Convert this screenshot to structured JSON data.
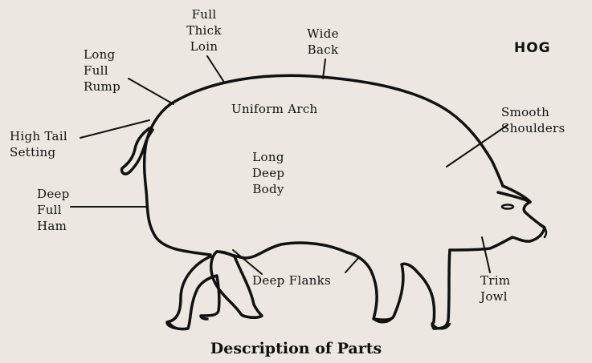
{
  "title": "HOG",
  "caption": "Description of Parts",
  "labels": {
    "full_thick_loin": "Full\nThick\nLoin",
    "wide_back": "Wide\nBack",
    "long_full_rump": "Long\nFull\nRump",
    "uniform_arch": "Uniform Arch",
    "smooth_shoulders": "Smooth\nShoulders",
    "high_tail_setting": "High Tail\nSetting",
    "long_deep_body": "Long\nDeep\nBody",
    "deep_full_ham": "Deep\nFull\nHam",
    "deep_flanks": "Deep Flanks",
    "trim_jowl": "Trim\nJowl"
  }
}
